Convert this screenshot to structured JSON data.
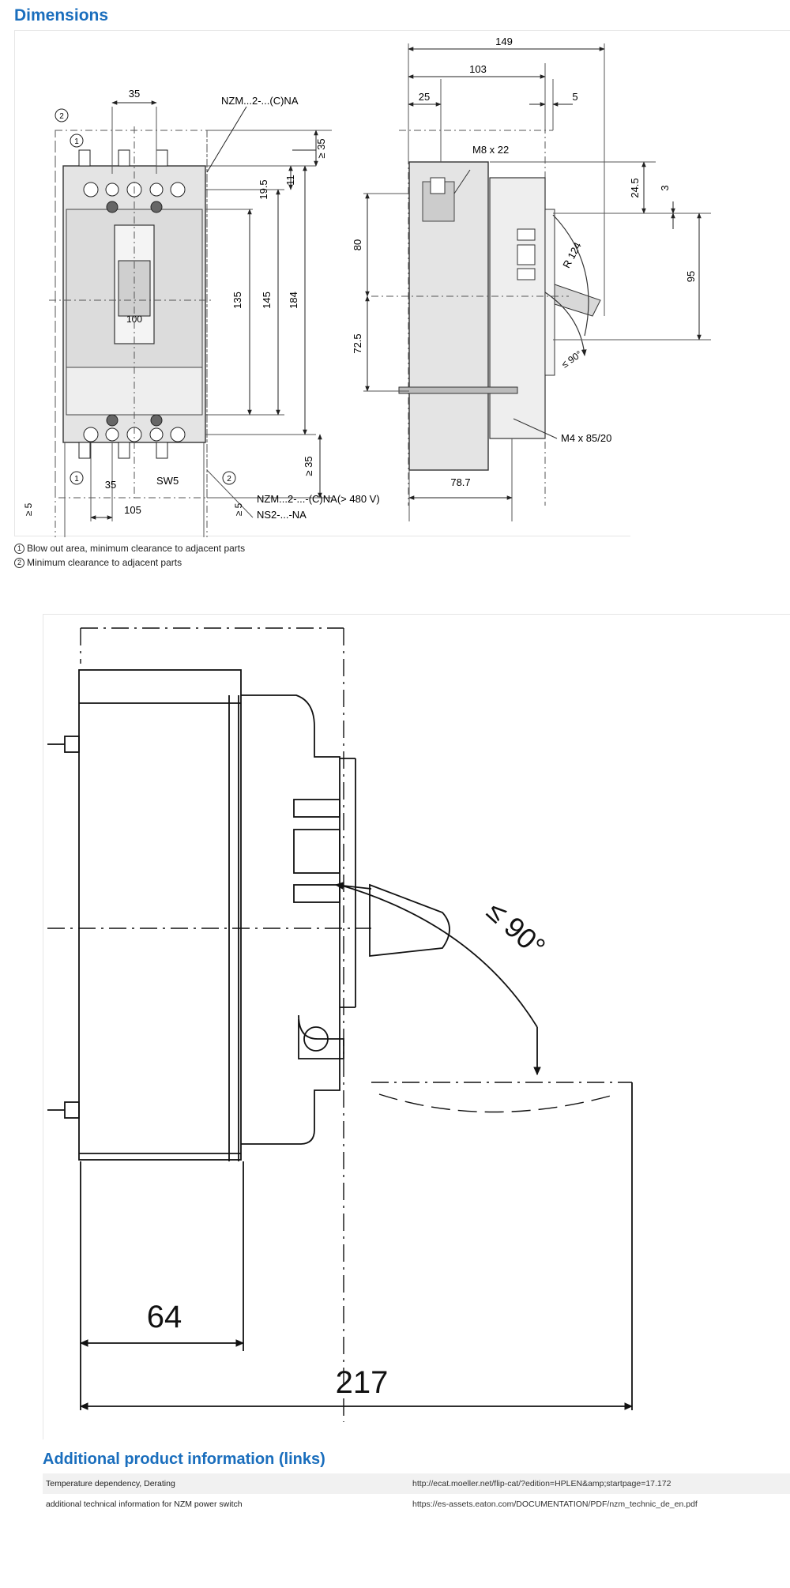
{
  "page": {
    "section_title": "Dimensions",
    "notes": [
      {
        "num": "1",
        "text": "Blow out area, minimum clearance to adjacent parts"
      },
      {
        "num": "2",
        "text": "Minimum clearance to adjacent parts"
      }
    ],
    "links_title": "Additional product information (links)"
  },
  "drawing_top": {
    "front": {
      "dim_35_top": "35",
      "label_nzm_top": "NZM...2-...(C)NA",
      "dim_ge35_top": "≥ 35",
      "dim_11": "11",
      "dim_19_5": "19.5",
      "dim_135": "135",
      "dim_145": "145",
      "dim_184": "184",
      "dim_100": "100",
      "dim_ge35_bottom": "≥ 35",
      "dim_35_bottom": "35",
      "label_sw5": "SW5",
      "dim_105": "105",
      "dim_ge5_left": "≥ 5",
      "dim_ge5_right": "≥ 5",
      "label_nzm_bottom": "NZM...2-...-(C)NA(> 480 V)",
      "label_ns2": "NS2-...-NA",
      "circle_1": "1",
      "circle_2": "2"
    },
    "side": {
      "dim_149": "149",
      "dim_103": "103",
      "dim_25": "25",
      "dim_5": "5",
      "label_m8": "M8 x 22",
      "dim_24_5": "24.5",
      "dim_3": "3",
      "dim_95": "95",
      "dim_80": "80",
      "dim_72_5": "72.5",
      "label_r124": "R 124",
      "label_90": "≤ 90°",
      "label_m4": "M4 x 85/20",
      "dim_78_7": "78.7"
    }
  },
  "drawing_bottom": {
    "dim_64": "64",
    "dim_217": "217",
    "label_90": "≤ 90°"
  },
  "links": [
    {
      "label": "Temperature dependency, Derating",
      "url": "http://ecat.moeller.net/flip-cat/?edition=HPLEN&amp;startpage=17.172"
    },
    {
      "label": "additional technical information for NZM power switch",
      "url": "https://es-assets.eaton.com/DOCUMENTATION/PDF/nzm_technic_de_en.pdf"
    }
  ]
}
